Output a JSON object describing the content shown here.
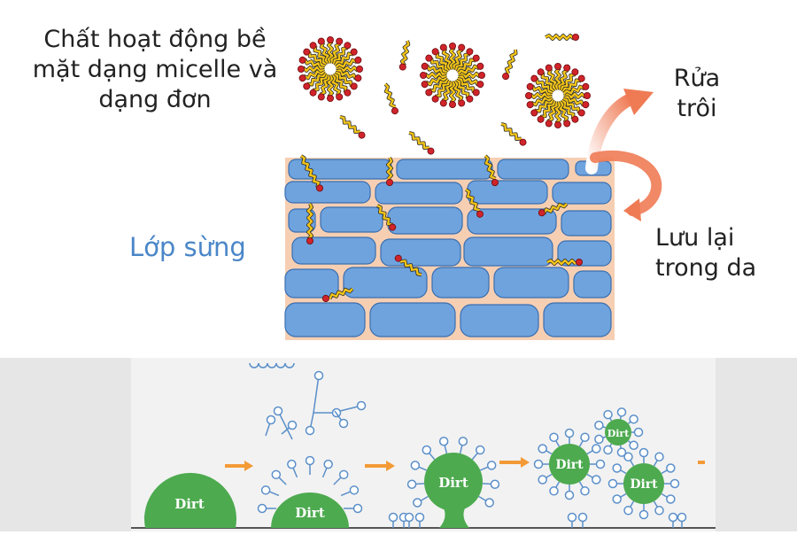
{
  "labels": {
    "micelle": "Chất hoạt động bề mặt dạng micelle và dạng đơn",
    "rinse": "Rửa trôi",
    "retain": "Lưu lại trong da",
    "stratum_corneum": "Lớp sừng"
  },
  "bottom_panel": {
    "dirt_label": "Dirt"
  },
  "colors": {
    "cell_fill": "#6fa3de",
    "cell_stroke": "#3a6fb0",
    "skin_bg": "#f6cfb3",
    "surfactant_head": "#d0242a",
    "surfactant_tail": "#f2c418",
    "arrow": "#ef7b55",
    "dirt": "#4daa4f",
    "dirt_arrow": "#f39a36",
    "molecule": "#5b8fc9",
    "label_blue": "#4a86c8"
  }
}
